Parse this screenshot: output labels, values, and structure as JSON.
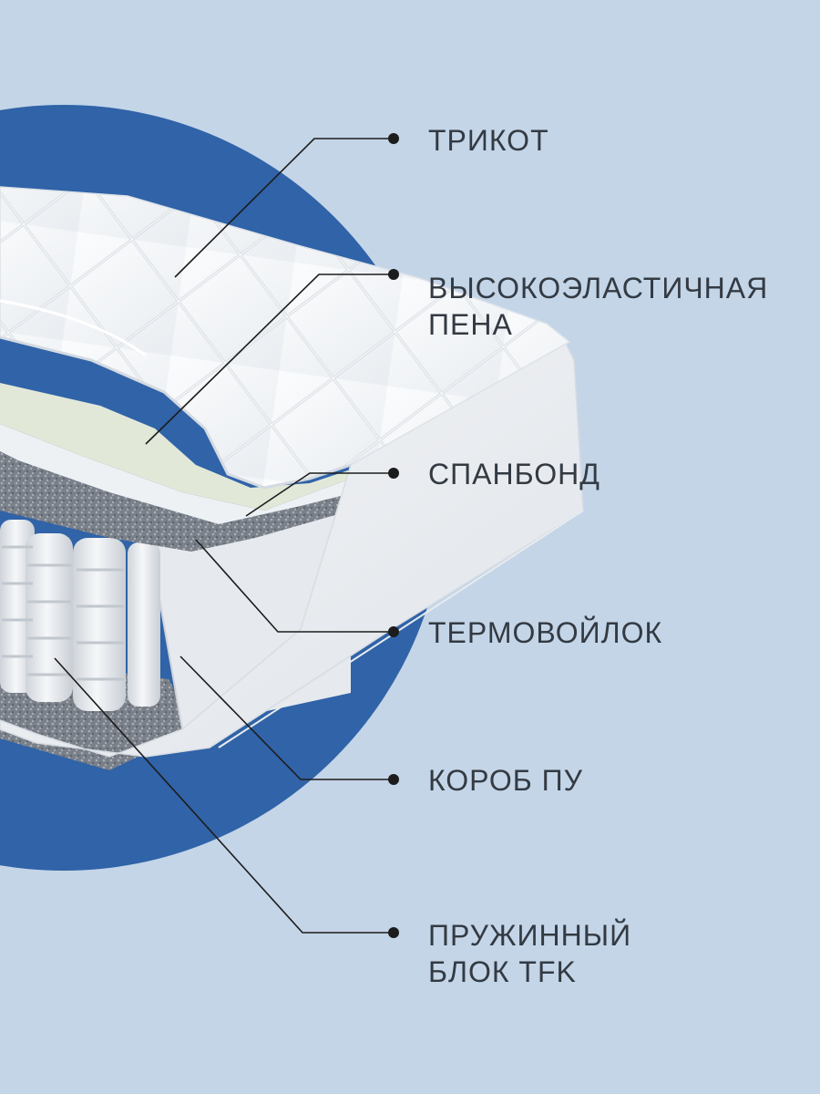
{
  "colors": {
    "background": "#c4d5e8",
    "accent_circle": "#3063a8",
    "leader_line": "#1c1c1c",
    "text": "#333a42"
  },
  "layers": [
    {
      "id": "trikot",
      "label": "ТРИКОТ"
    },
    {
      "id": "foam",
      "label": "ВЫСОКОЭЛАСТИЧНАЯ\nПЕНА"
    },
    {
      "id": "spanbond",
      "label": "СПАНБОНД"
    },
    {
      "id": "felt",
      "label": "ТЕРМОВОЙЛОК"
    },
    {
      "id": "box",
      "label": "КОРОБ ПУ"
    },
    {
      "id": "spring",
      "label": "ПРУЖИННЫЙ\nБЛОК TFK"
    }
  ]
}
